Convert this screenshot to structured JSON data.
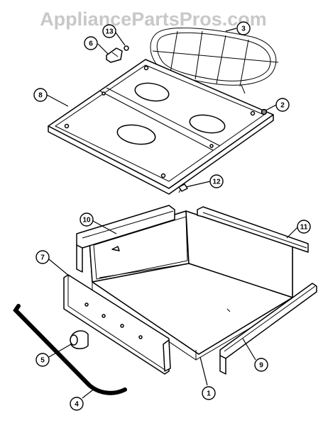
{
  "watermark": "AppliancePartsPros.com",
  "callouts": [
    {
      "id": "c13",
      "label": "13"
    },
    {
      "id": "c6",
      "label": "6"
    },
    {
      "id": "c3",
      "label": "3"
    },
    {
      "id": "c8",
      "label": "8"
    },
    {
      "id": "c2",
      "label": "2"
    },
    {
      "id": "c12",
      "label": "12"
    },
    {
      "id": "c10",
      "label": "10"
    },
    {
      "id": "c11",
      "label": "11"
    },
    {
      "id": "c7",
      "label": "7"
    },
    {
      "id": "c5",
      "label": "5"
    },
    {
      "id": "c9",
      "label": "9"
    },
    {
      "id": "c1",
      "label": "1"
    },
    {
      "id": "c4",
      "label": "4"
    }
  ]
}
